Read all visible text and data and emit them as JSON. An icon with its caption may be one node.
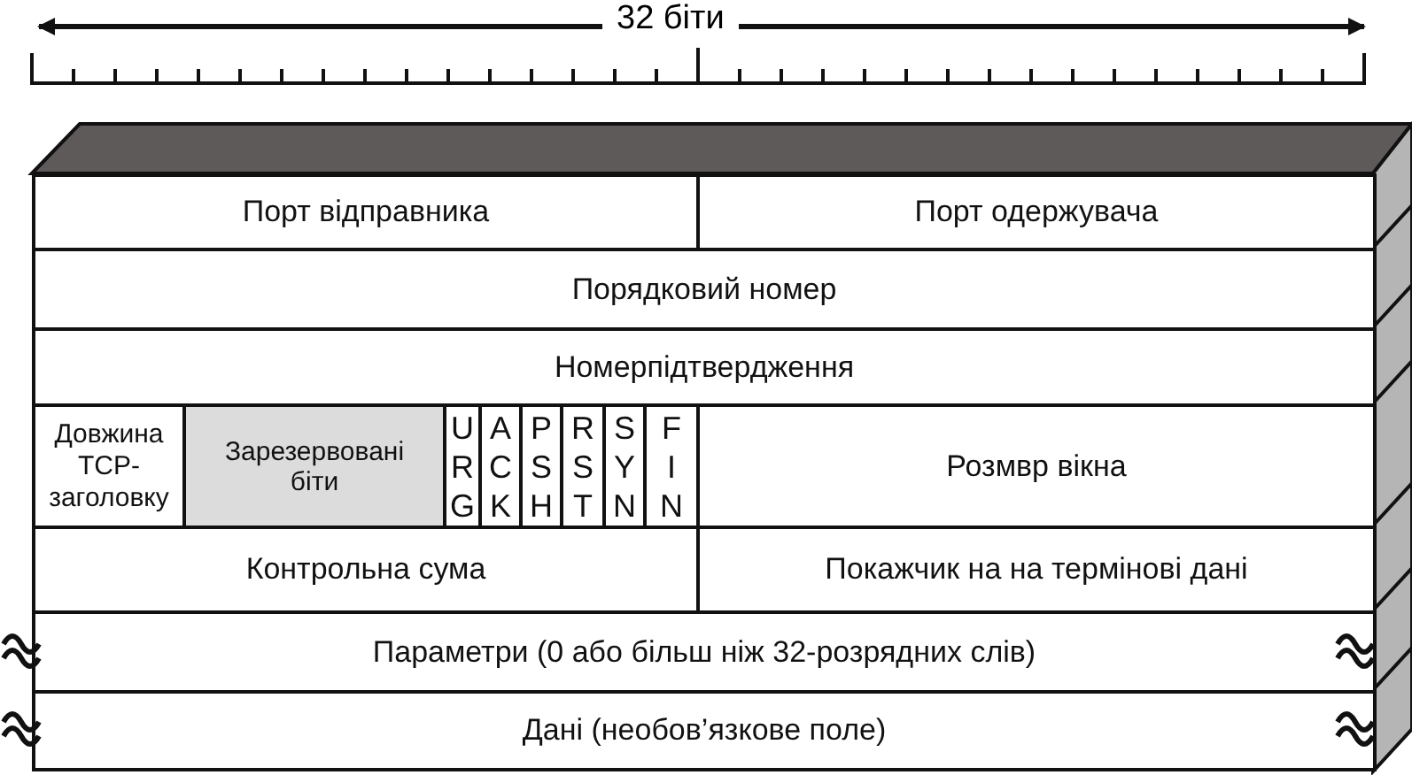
{
  "diagram": {
    "nodes": [
      {
        "text": [
          "Порт відправника"
        ]
      },
      {
        "text": [
          "Порт одержувача"
        ]
      },
      {
        "text": [
          "Порядковий номер"
        ]
      },
      {
        "text": [
          "Номерпідтвердження"
        ]
      },
      {
        "text": [
          "Довжина TCP-заголовку"
        ]
      },
      {
        "text": [
          "Зарезервовані біти"
        ]
      },
      {
        "text": [
          "URG"
        ]
      },
      {
        "text": [
          "ACK"
        ]
      },
      {
        "text": [
          "PSH"
        ]
      },
      {
        "text": [
          "RST"
        ]
      },
      {
        "text": [
          "SYN"
        ]
      },
      {
        "text": [
          "FIN"
        ]
      },
      {
        "text": [
          "Розмвр вікна"
        ]
      },
      {
        "text": [
          "Контрольна сума"
        ]
      },
      {
        "text": [
          "Покажчик на на термінові дані"
        ]
      },
      {
        "text": [
          "Параметри (0 або більш ніж 32-розрядних слів)"
        ]
      },
      {
        "text": [
          "Дані (необов’язкове поле)"
        ]
      }
    ],
    "labels": [
      "32 біти"
    ]
  }
}
